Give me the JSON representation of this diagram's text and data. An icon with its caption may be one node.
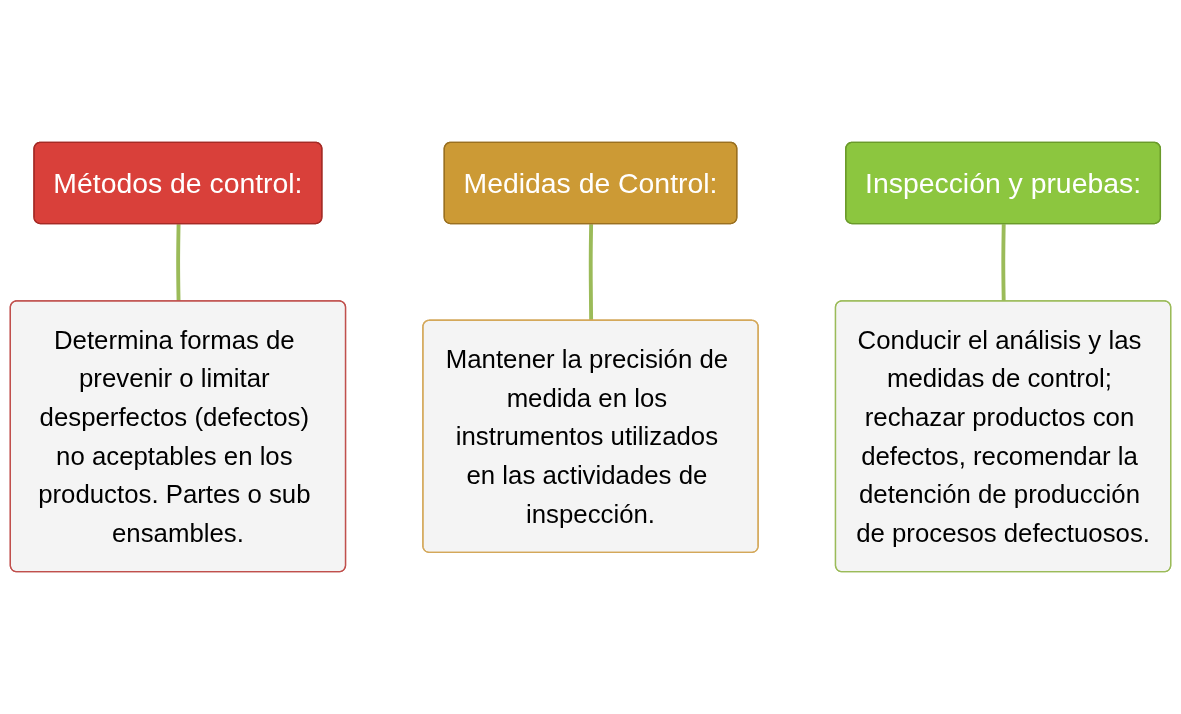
{
  "diagram": {
    "nodes": [
      {
        "text": [
          "Métodos de control:"
        ]
      },
      {
        "text": [
          "Determina formas de prevenir o limitar desperfectos (defectos) no aceptables en los productos. Partes o sub ensambles."
        ]
      },
      {
        "text": [
          "Medidas de Control:"
        ]
      },
      {
        "text": [
          "Mantener la precisión de medida en los instrumentos utilizados en las actividades de inspección."
        ]
      },
      {
        "text": [
          "Inspección y pruebas:"
        ]
      },
      {
        "text": [
          "Conducir el análisis y las medidas de control; rechazar productos con defectos, recomendar la detención de producción de procesos defectuosos."
        ]
      }
    ],
    "edges": [
      {
        "from": 0,
        "to": 1,
        "arrow": "none"
      },
      {
        "from": 2,
        "to": 3,
        "arrow": "none"
      },
      {
        "from": 4,
        "to": 5,
        "arrow": "none"
      }
    ]
  }
}
